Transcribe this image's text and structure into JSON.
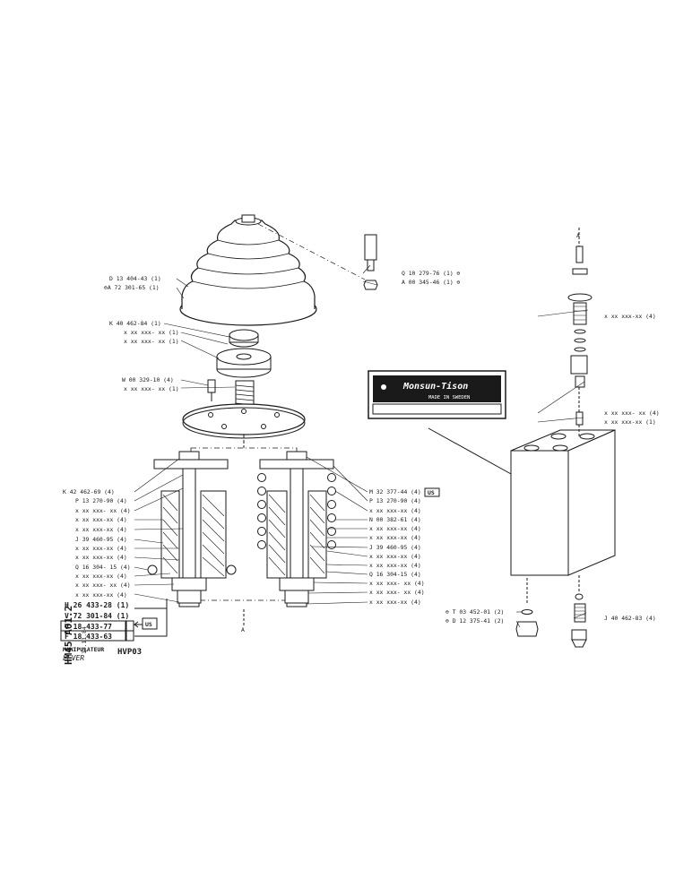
{
  "doc": {
    "code_side": "HM45 A01.2",
    "date": "12.11.84",
    "title_fr": "MANIPULATEUR",
    "title_en": "LEVER",
    "model": "HVP03"
  },
  "plate": {
    "brand": "Monsun-Tison",
    "made_in": "MADE IN SWEDEN"
  },
  "parts_box": [
    {
      "text": "H  26 433-28 (1)"
    },
    {
      "text": "V  72 301-84 (1)"
    },
    {
      "text": "V  18 433-77"
    },
    {
      "text": "F  18 433-63"
    }
  ],
  "us_tag": "US",
  "labels_left": [
    "D 13 404-43 (1)",
    "⊖A  72 301-65 (1)",
    "K  40 462-84 (1)",
    "x  xx xxx- xx (1)",
    "x  xx xxx- xx (1)",
    "W  00 329-10 (4)",
    "x  xx xxx- xx (1)",
    "K  42 462-69 (4)",
    "P  13 270-90 (4)",
    "x  xx xxx- xx (4)",
    "x  xx xxx-xx (4)",
    "x  xx xxx-xx (4)",
    "J  39 460-95 (4)",
    "x  xx xxx-xx (4)",
    "Q  16 304- 15 (4)",
    "x  xx xxx-xx (4)",
    "x  xx xxx- xx (4)",
    "x  xx xxx-xx (4)",
    "x  xx xxx-xx (4)"
  ],
  "labels_right_center": [
    "M  32  377-44 (4)",
    "P  13 270-90 (4)",
    "x  xx xxx-xx (4)",
    "N  00 382-61 (4)",
    "x  xx xxx-xx (4)",
    "x  xx xxx-xx (4)",
    "J  39 460-95 (4)",
    "x  xx xxx-xx (4)",
    "x  xx xxx-xx (4)",
    "Q  16 304-15 (4)",
    "x  xx xxx- xx (4)",
    "x  xx xxx- xx (4)",
    "x  xx xxx-xx (4)"
  ],
  "labels_top_small": [
    "Q  10 279-76 (1) ⊖",
    "A  00 345-46 (1) ⊖"
  ],
  "labels_valve": [
    "x  xx xxx-xx (4)",
    "x  xx xxx- xx (4)",
    "x  xx xxx-xx (1)",
    "J  40 462-83 (4)"
  ],
  "labels_bottom_fitting": [
    "⊖ T 03 452-01 (2)",
    "⊖ D 12 375-41 (2)"
  ],
  "section_marks": [
    "A",
    "A"
  ]
}
